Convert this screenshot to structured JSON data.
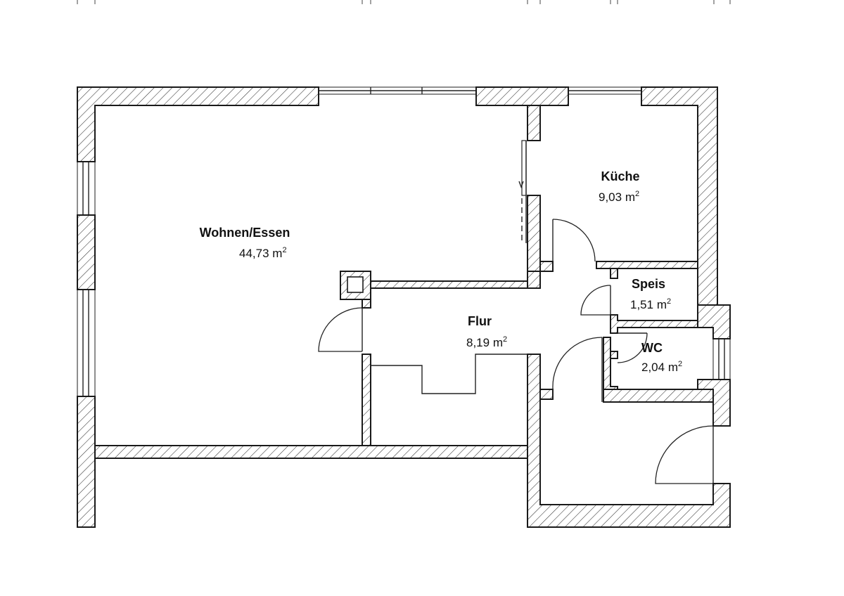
{
  "rooms": [
    {
      "key": "wohnen",
      "name": "Wohnen/Essen",
      "area": "44,73",
      "unit": "m",
      "unit_exp": "2"
    },
    {
      "key": "kueche",
      "name": "Küche",
      "area": "9,03",
      "unit": "m",
      "unit_exp": "2"
    },
    {
      "key": "speis",
      "name": "Speis",
      "area": "1,51",
      "unit": "m",
      "unit_exp": "2"
    },
    {
      "key": "flur",
      "name": "Flur",
      "area": "8,19",
      "unit": "m",
      "unit_exp": "2"
    },
    {
      "key": "wc",
      "name": "WC",
      "area": "2,04",
      "unit": "m",
      "unit_exp": "2"
    }
  ],
  "colors": {
    "wall_outline": "#1a1a1a",
    "hatch": "#333333",
    "background": "#ffffff"
  }
}
